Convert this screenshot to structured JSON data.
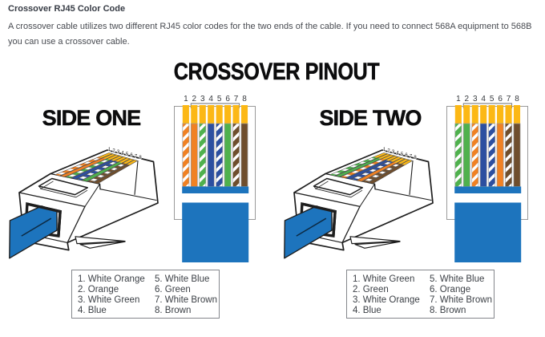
{
  "article": {
    "heading": "Crossover RJ45 Color Code",
    "body": "A crossover cable utilizes two different RJ45 color codes for the two ends of the cable. If you need to connect 568A equipment to 568B you can use a crossover cable."
  },
  "diagram": {
    "title": "CROSSOVER PINOUT",
    "pin_numbers": [
      "1",
      "2",
      "3",
      "4",
      "5",
      "6",
      "7",
      "8"
    ],
    "colors": {
      "orange": "#F08123",
      "green": "#4FB14D",
      "blue": "#2C4FA0",
      "brown": "#6F4E2D",
      "gold": "#FCB815",
      "cable_blue": "#1D74BD",
      "white": "#FFFFFF",
      "outline_dark": "#1E1E1E",
      "outline_gray": "#9A9A9A"
    },
    "sides": [
      {
        "label": "SIDE ONE",
        "wires": [
          "white-orange",
          "orange",
          "white-green",
          "blue",
          "white-blue",
          "green",
          "white-brown",
          "brown"
        ],
        "legend": [
          "1. White Orange",
          "2. Orange",
          "3. White Green",
          "4. Blue",
          "5. White Blue",
          "6. Green",
          "7. White Brown",
          "8. Brown"
        ]
      },
      {
        "label": "SIDE TWO",
        "wires": [
          "white-green",
          "green",
          "white-orange",
          "blue",
          "white-blue",
          "orange",
          "white-brown",
          "brown"
        ],
        "legend": [
          "1. White Green",
          "2. Green",
          "3. White Orange",
          "4. Blue",
          "5. White Blue",
          "6. Orange",
          "7. White Brown",
          "8. Brown"
        ]
      }
    ]
  }
}
